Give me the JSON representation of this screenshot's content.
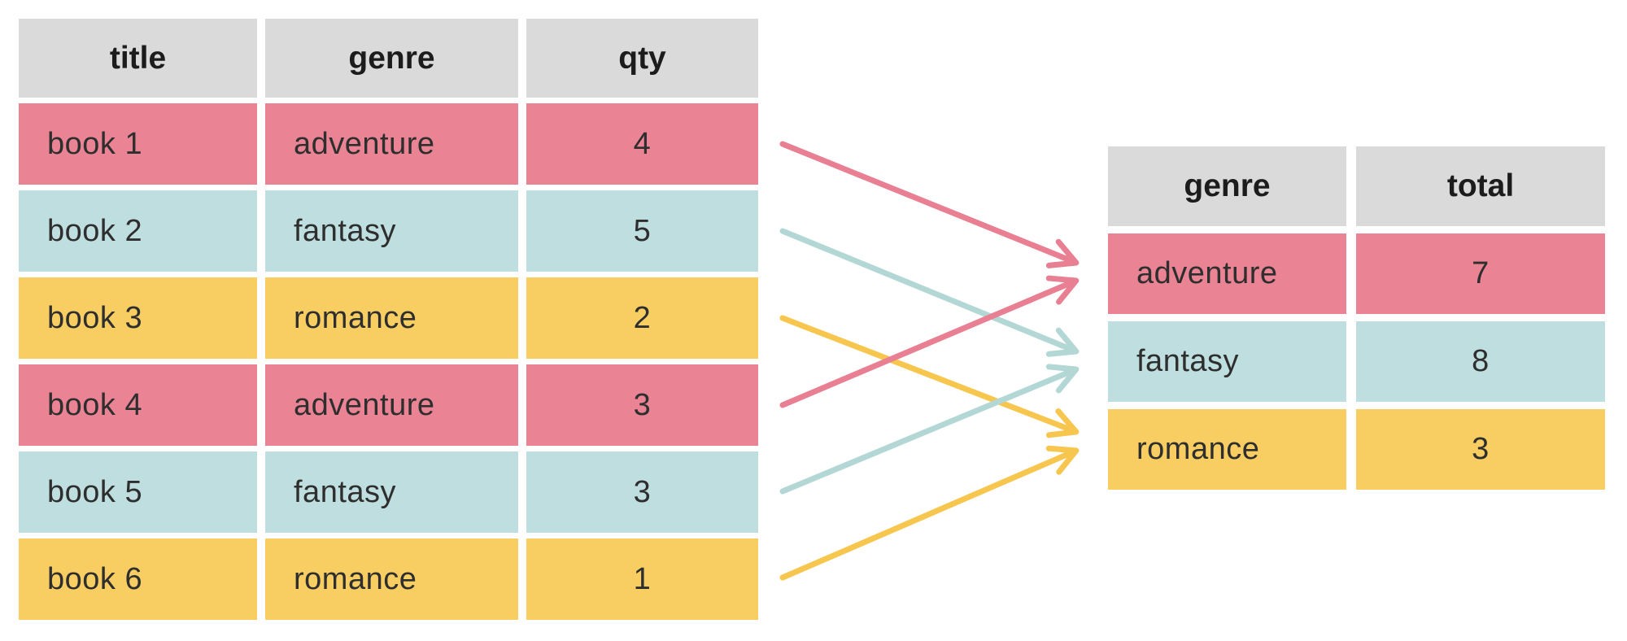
{
  "source_table": {
    "columns": [
      "title",
      "genre",
      "qty"
    ],
    "rows": [
      {
        "title": "book 1",
        "genre": "adventure",
        "qty": "4"
      },
      {
        "title": "book 2",
        "genre": "fantasy",
        "qty": "5"
      },
      {
        "title": "book 3",
        "genre": "romance",
        "qty": "2"
      },
      {
        "title": "book 4",
        "genre": "adventure",
        "qty": "3"
      },
      {
        "title": "book 5",
        "genre": "fantasy",
        "qty": "3"
      },
      {
        "title": "book 6",
        "genre": "romance",
        "qty": "1"
      }
    ]
  },
  "result_table": {
    "columns": [
      "genre",
      "total"
    ],
    "rows": [
      {
        "genre": "adventure",
        "total": "7"
      },
      {
        "genre": "fantasy",
        "total": "8"
      },
      {
        "genre": "romance",
        "total": "3"
      }
    ]
  },
  "arrows": [
    {
      "from_row": 0,
      "genre": "adventure"
    },
    {
      "from_row": 1,
      "genre": "fantasy"
    },
    {
      "from_row": 2,
      "genre": "romance"
    },
    {
      "from_row": 3,
      "genre": "adventure"
    },
    {
      "from_row": 4,
      "genre": "fantasy"
    },
    {
      "from_row": 5,
      "genre": "romance"
    }
  ],
  "colors": {
    "header_bg": "#dadada",
    "adventure": "#ea8494",
    "fantasy": "#bfdedf",
    "romance": "#f8ce63",
    "arrow_adventure": "#e87f92",
    "arrow_fantasy": "#b2d7d4",
    "arrow_romance": "#f6c64e",
    "text": "#2e2e2e"
  }
}
